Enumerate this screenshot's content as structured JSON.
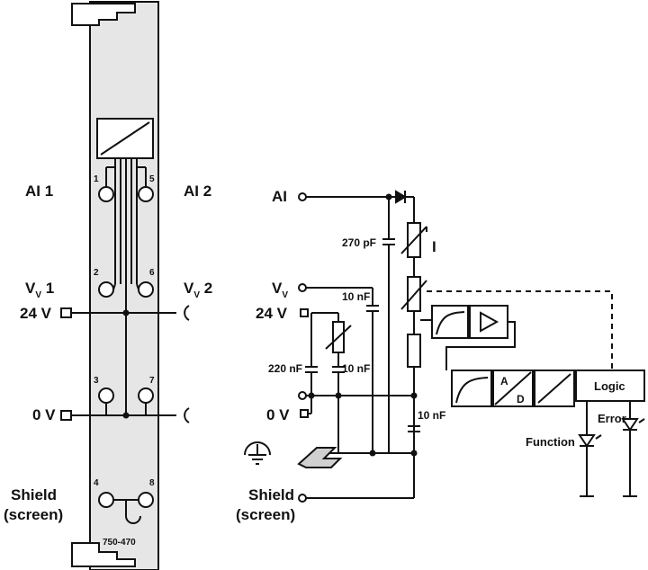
{
  "module": {
    "part_number": "750-470",
    "channel_labels": {
      "ai1": "AI 1",
      "ai2": "AI 2"
    },
    "vv1_main": "V",
    "vv1_sub": "V",
    "vv1_num": " 1",
    "vv2_main": "V",
    "vv2_sub": "V",
    "vv2_num": " 2",
    "v24": "24 V",
    "v0": "0 V",
    "shield_line1": "Shield",
    "shield_line2": "(screen)",
    "terminal_numbers": [
      "1",
      "2",
      "3",
      "4",
      "5",
      "6",
      "7",
      "8"
    ]
  },
  "circuit": {
    "ai": "AI",
    "vv_main": "V",
    "vv_sub": "V",
    "v24": "24 V",
    "v0": "0 V",
    "shield_line1": "Shield",
    "shield_line2": "(screen)",
    "cap_270pF": "270 pF",
    "cap_10nF_top": "10 nF",
    "cap_220nF": "220 nF",
    "cap_10nF_mid": "10 nF",
    "cap_10nF_right": "10 nF",
    "current_label": "I",
    "adc_a": "A",
    "adc_d": "D",
    "logic": "Logic",
    "function": "Function",
    "error": "Error"
  }
}
